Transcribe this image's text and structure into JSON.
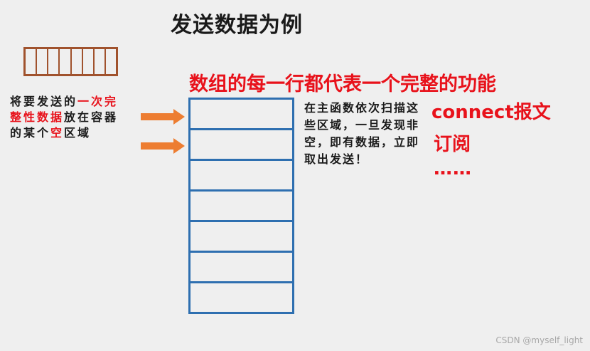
{
  "title": "发送数据为例",
  "headline": "数组的每一行都代表一个完整的功能",
  "left_text": {
    "p1": "将要发送的",
    "p2": "一次完整性数据",
    "p3": "放在容器的某个",
    "p4": "空",
    "p5": "区域"
  },
  "scan_text": "在主函数依次扫描这些区域，一旦发现非空，即有数据，立即取出发送！",
  "messages": {
    "connect": "connect报文",
    "subscribe": "订阅",
    "more": "……"
  },
  "watermark": "CSDN @myself_light",
  "colors": {
    "highlight_red": "#e8121b",
    "array_blue": "#2e6fb0",
    "small_array_brown": "#a0522d",
    "arrow_orange": "#ed7d31"
  }
}
